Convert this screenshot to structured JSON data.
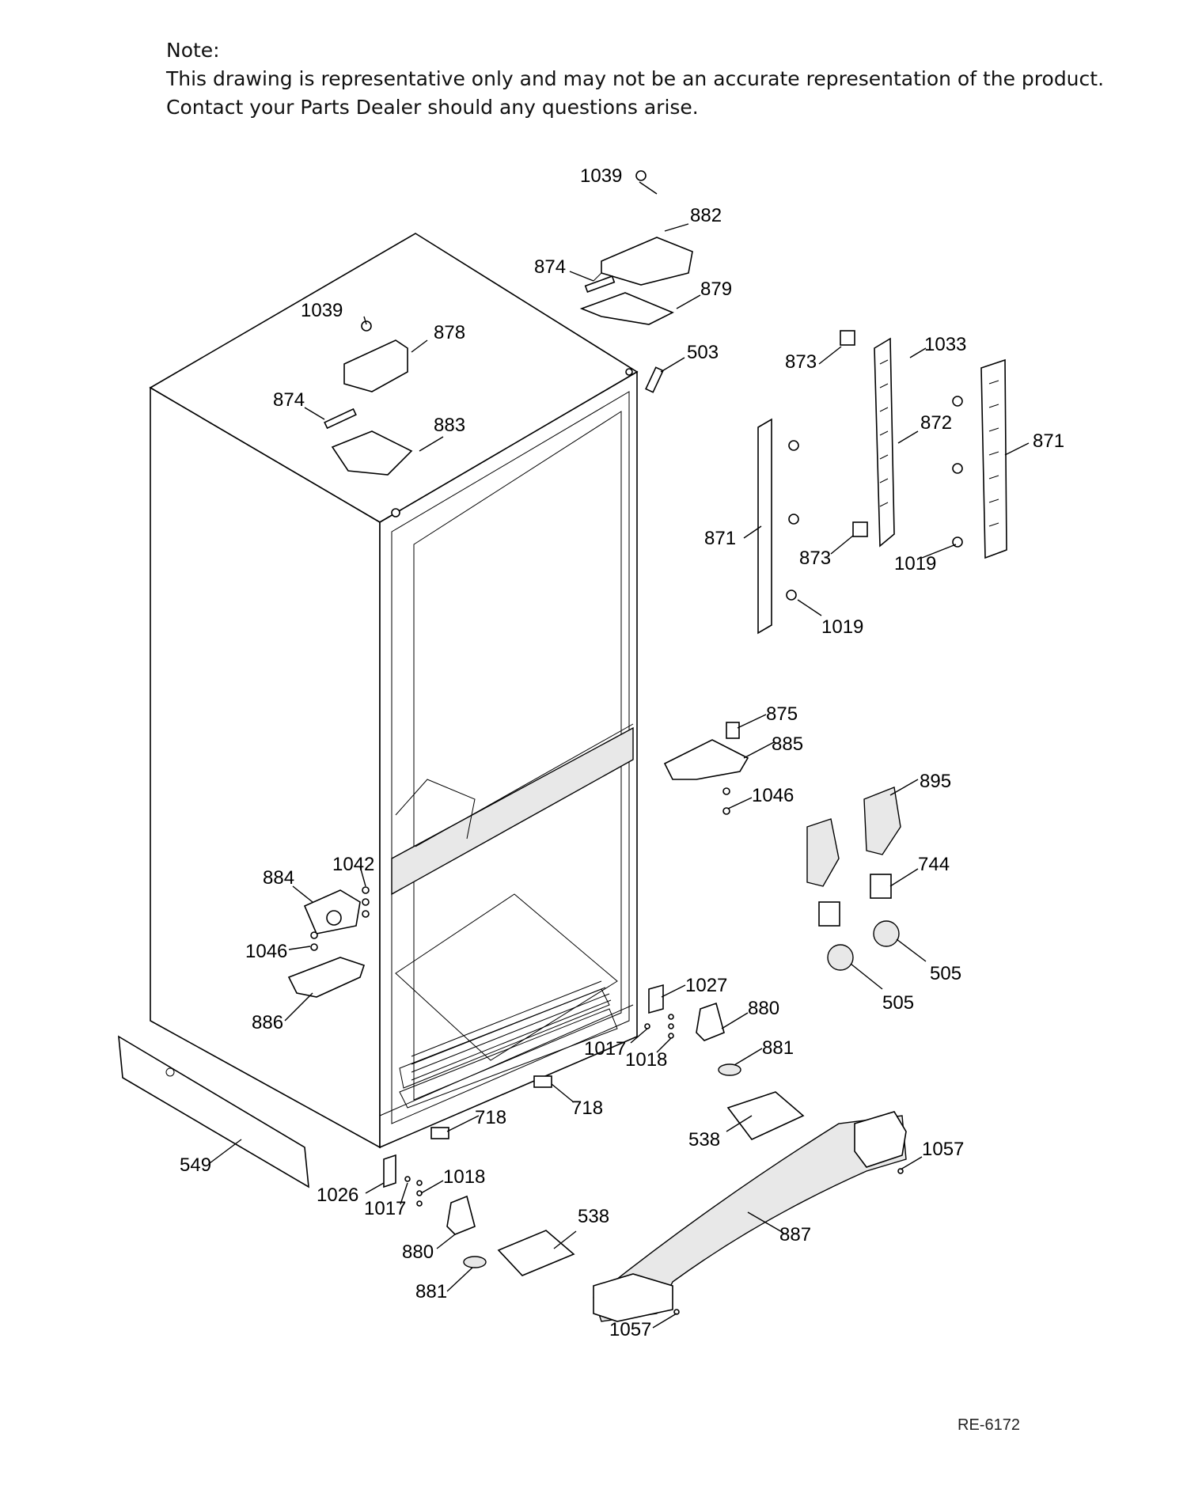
{
  "note": {
    "heading": "Note:",
    "line1": "This drawing is representative only and may not be an accurate representation of the product.",
    "line2": "Contact your Parts Dealer should any questions arise."
  },
  "document_id": "RE-6172",
  "callouts": [
    {
      "key": "c1039a",
      "text": "1039"
    },
    {
      "key": "c882",
      "text": "882"
    },
    {
      "key": "c874a",
      "text": "874"
    },
    {
      "key": "c879",
      "text": "879"
    },
    {
      "key": "c1039b",
      "text": "1039"
    },
    {
      "key": "c878",
      "text": "878"
    },
    {
      "key": "c503",
      "text": "503"
    },
    {
      "key": "c874b",
      "text": "874"
    },
    {
      "key": "c883",
      "text": "883"
    },
    {
      "key": "c873a",
      "text": "873"
    },
    {
      "key": "c1033",
      "text": "1033"
    },
    {
      "key": "c872",
      "text": "872"
    },
    {
      "key": "c871a",
      "text": "871"
    },
    {
      "key": "c871b",
      "text": "871"
    },
    {
      "key": "c873b",
      "text": "873"
    },
    {
      "key": "c1019a",
      "text": "1019"
    },
    {
      "key": "c1019b",
      "text": "1019"
    },
    {
      "key": "c875",
      "text": "875"
    },
    {
      "key": "c885",
      "text": "885"
    },
    {
      "key": "c1046a",
      "text": "1046"
    },
    {
      "key": "c895",
      "text": "895"
    },
    {
      "key": "c884",
      "text": "884"
    },
    {
      "key": "c1042",
      "text": "1042"
    },
    {
      "key": "c744",
      "text": "744"
    },
    {
      "key": "c1046b",
      "text": "1046"
    },
    {
      "key": "c505a",
      "text": "505"
    },
    {
      "key": "c505b",
      "text": "505"
    },
    {
      "key": "c886",
      "text": "886"
    },
    {
      "key": "c1027",
      "text": "1027"
    },
    {
      "key": "c880a",
      "text": "880"
    },
    {
      "key": "c881a",
      "text": "881"
    },
    {
      "key": "c1017a",
      "text": "1017"
    },
    {
      "key": "c1018a",
      "text": "1018"
    },
    {
      "key": "c718a",
      "text": "718"
    },
    {
      "key": "c718b",
      "text": "718"
    },
    {
      "key": "c538a",
      "text": "538"
    },
    {
      "key": "c1057a",
      "text": "1057"
    },
    {
      "key": "c549",
      "text": "549"
    },
    {
      "key": "c1026",
      "text": "1026"
    },
    {
      "key": "c1017b",
      "text": "1017"
    },
    {
      "key": "c1018b",
      "text": "1018"
    },
    {
      "key": "c538b",
      "text": "538"
    },
    {
      "key": "c887",
      "text": "887"
    },
    {
      "key": "c880b",
      "text": "880"
    },
    {
      "key": "c881b",
      "text": "881"
    },
    {
      "key": "c1057b",
      "text": "1057"
    }
  ]
}
